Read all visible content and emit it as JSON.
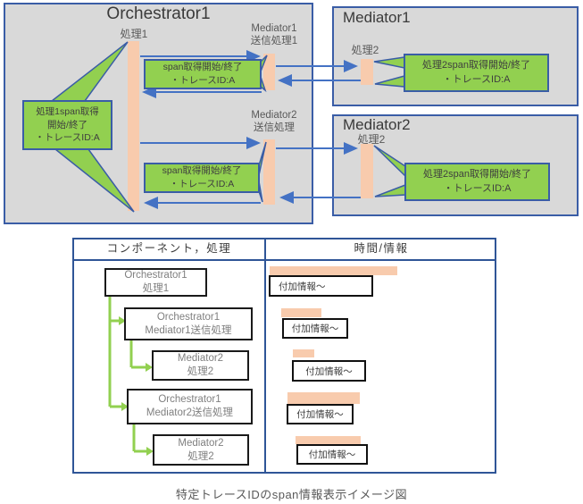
{
  "colors": {
    "panel_gray": "#d9d9d9",
    "border_blue": "#3a5da6",
    "arrow_blue": "#4472c4",
    "table_border_blue": "#2f5597",
    "green": "#92d050",
    "orange": "#f8cbad",
    "text_gray": "#595959",
    "tree_text_gray": "#7f7f7f"
  },
  "diagram": {
    "orchestrator": {
      "title": "Orchestrator1",
      "process1_label": "処理1",
      "mediator1_send": {
        "line1": "Mediator1",
        "line2": "送信処理1"
      },
      "mediator2_send": {
        "line1": "Mediator2",
        "line2": "送信処理"
      },
      "process1_callout": {
        "line1": "処理1span取得",
        "line2": "開始/終了",
        "line3": "・トレースID:A"
      },
      "span_callout_top": {
        "line1": "span取得開始/終了",
        "line2": "・トレースID:A"
      },
      "span_callout_bottom": {
        "line1": "span取得開始/終了",
        "line2": "・トレースID:A"
      }
    },
    "mediator1": {
      "title": "Mediator1",
      "process_label": "処理2",
      "callout": {
        "line1": "処理2span取得開始/終了",
        "line2": "・トレースID:A"
      }
    },
    "mediator2": {
      "title": "Mediator2",
      "process_label": "処理2",
      "callout": {
        "line1": "処理2span取得開始/終了",
        "line2": "・トレースID:A"
      }
    }
  },
  "table": {
    "header_left": "コンポーネント，処理",
    "header_right": "時間/情報",
    "tree": [
      {
        "line1": "Orchestrator1",
        "line2": "処理1"
      },
      {
        "line1": "Orchestrator1",
        "line2": "Mediator1送信処理"
      },
      {
        "line1": "Mediator2",
        "line2": "処理2"
      },
      {
        "line1": "Orchestrator1",
        "line2": "Mediator2送信処理"
      },
      {
        "line1": "Mediator2",
        "line2": "処理2"
      }
    ],
    "info_boxes": [
      {
        "label": "付加情報～"
      },
      {
        "label": "付加情報～"
      },
      {
        "label": "付加情報～"
      },
      {
        "label": "付加情報～"
      },
      {
        "label": "付加情報～"
      }
    ]
  },
  "caption": "特定トレースIDのspan情報表示イメージ図"
}
